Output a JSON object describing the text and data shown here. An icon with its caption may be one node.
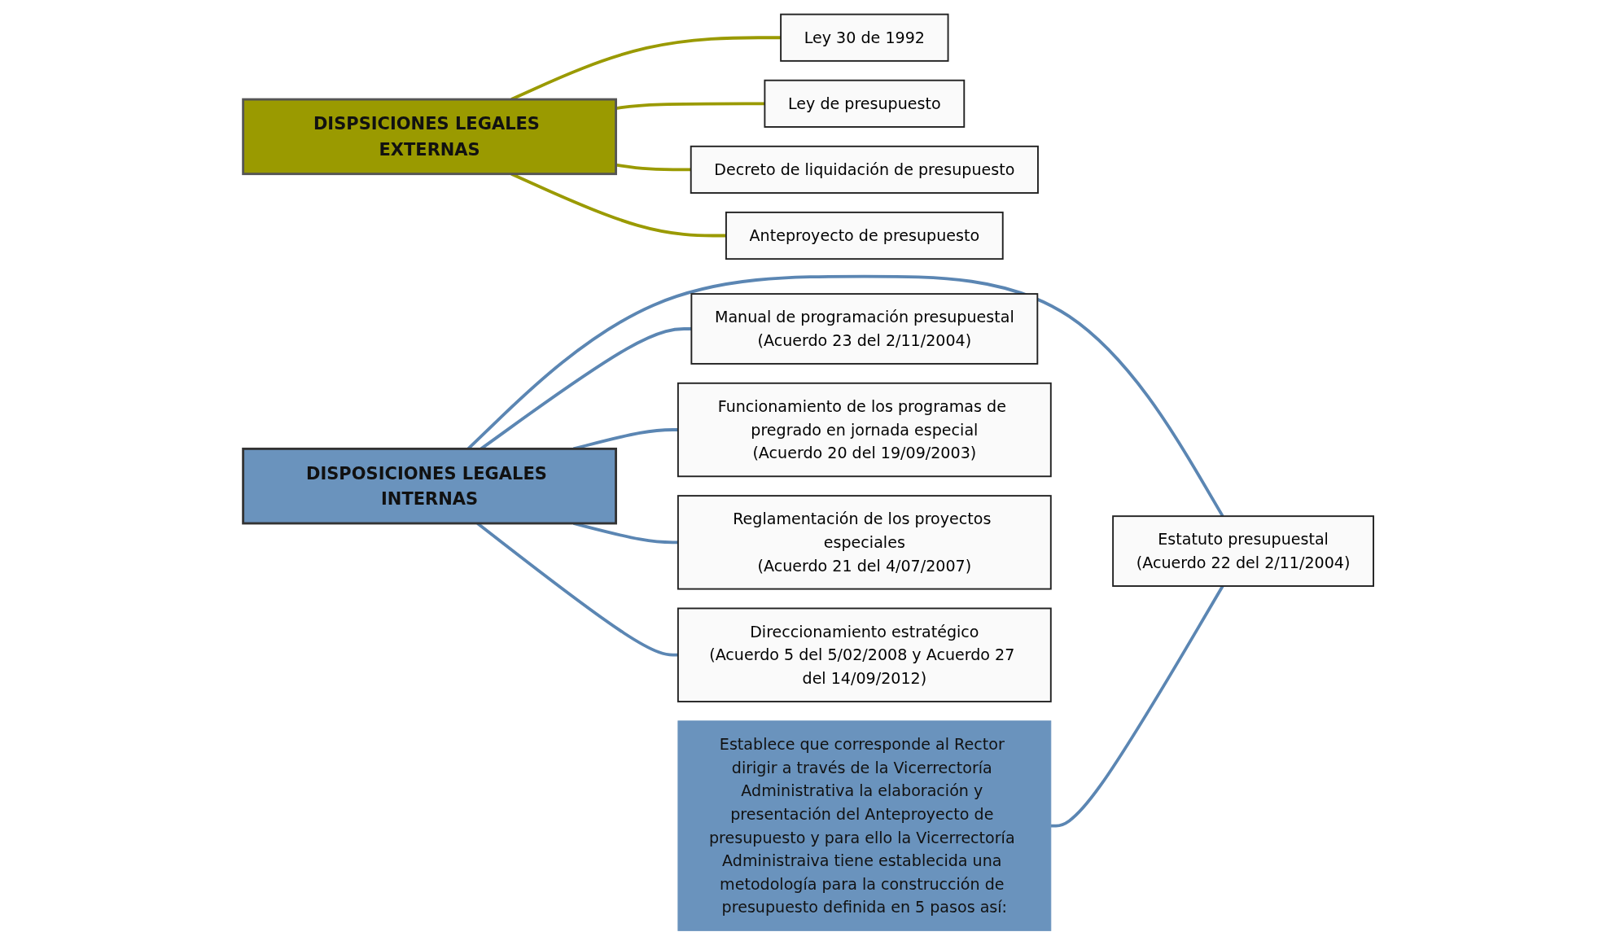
{
  "diagram": {
    "nodes": [
      {
        "text": [
          "DISPSICIONES LEGALES EXTERNAS"
        ]
      },
      {
        "text": [
          "Ley 30 de 1992"
        ]
      },
      {
        "text": [
          "Ley de presupuesto"
        ]
      },
      {
        "text": [
          "Decreto de liquidación de presupuesto"
        ]
      },
      {
        "text": [
          "Anteproyecto de presupuesto"
        ]
      },
      {
        "text": [
          "DISPOSICIONES LEGALES INTERNAS"
        ]
      },
      {
        "text": [
          "Estatuto presupuestal",
          "(Acuerdo 22 del 2/11/2004)"
        ]
      },
      {
        "text": [
          "Manual de programación presupuestal",
          "(Acuerdo 23 del 2/11/2004)"
        ]
      },
      {
        "text": [
          "Funcionamiento de los programas de pregrado en jornada especial",
          "(Acuerdo 20 del 19/09/2003)"
        ]
      },
      {
        "text": [
          "Reglamentación de los proyectos especiales",
          "(Acuerdo 21 del 4/07/2007)"
        ]
      },
      {
        "text": [
          "Direccionamiento estratégico",
          "(Acuerdo 5 del 5/02/2008 y Acuerdo 27 del 14/09/2012)"
        ]
      },
      {
        "text": [
          "Establece que corresponde al Rector dirigir a través de la Vicerrectoría Administrativa la elaboración y presentación del Anteproyecto de presupuesto y para ello la Vicerrectoría Administraiva tiene establecida una metodología para la construcción de presupuesto definida en 5 pasos así:"
        ]
      }
    ],
    "edges": [
      {
        "from": 0,
        "to": 1,
        "arrow": "none",
        "color": "#9a9a00"
      },
      {
        "from": 0,
        "to": 2,
        "arrow": "none",
        "color": "#9a9a00"
      },
      {
        "from": 0,
        "to": 3,
        "arrow": "none",
        "color": "#9a9a00"
      },
      {
        "from": 0,
        "to": 4,
        "arrow": "none",
        "color": "#9a9a00"
      },
      {
        "from": 5,
        "to": 6,
        "arrow": "none"
      },
      {
        "from": 5,
        "to": 7,
        "arrow": "none"
      },
      {
        "from": 5,
        "to": 8,
        "arrow": "none"
      },
      {
        "from": 5,
        "to": 9,
        "arrow": "none"
      },
      {
        "from": 5,
        "to": 10,
        "arrow": "none"
      },
      {
        "from": 11,
        "to": 6,
        "arrow": "none"
      }
    ]
  }
}
